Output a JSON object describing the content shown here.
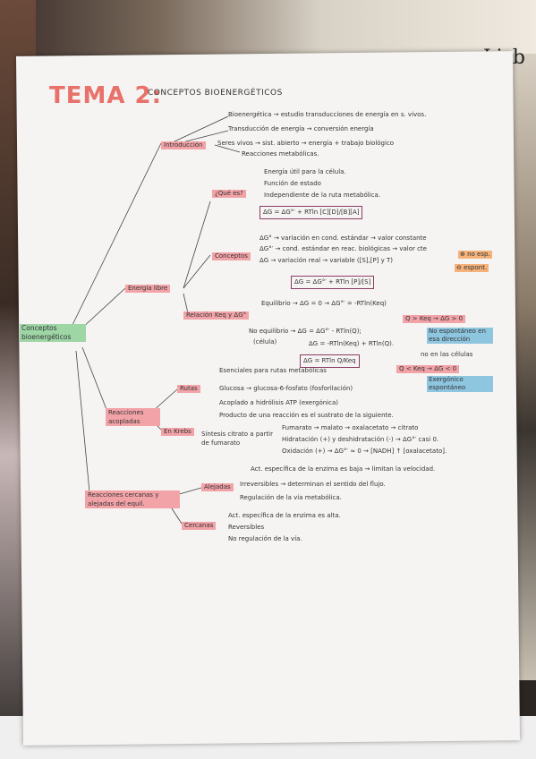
{
  "background": {
    "corner_text": "Lisb"
  },
  "header": {
    "title": "TEMA 2:",
    "subtitle": "CONCEPTOS BIOENERGÉTICOS"
  },
  "root": "Conceptos bioenergéticos",
  "intro": {
    "label": "Introducción",
    "items": [
      "Bioenergética → estudio transducciones de energía en s. vivos.",
      "Transducción de energía → conversión energía",
      "Seres vivos → sist. abierto → energía + trabajo biológico",
      "Reacciones metabólicas."
    ]
  },
  "energia_libre": {
    "label": "Energía libre",
    "que_es": {
      "label": "¿Qué es?",
      "items": [
        "Energía útil para la célula.",
        "Función de estado",
        "Independiente de la ruta metabólica."
      ],
      "formula": "ΔG = ΔG°′ + RTln [C][D]/[B][A]"
    },
    "conceptos": {
      "label": "Conceptos",
      "items": [
        "ΔG° → variación en cond. estándar → valor constante",
        "ΔG°′ → cond. estándar en reac. biológicas → valor cte",
        "ΔG → variación real → variable ([S],[P] y T)"
      ],
      "side": [
        "⊕ no esp.",
        "⊖ espont."
      ]
    },
    "relacion": {
      "label": "Relación Keq y ΔG°",
      "formula_top": "ΔG = ΔG°′ + RTln [P]/[S]",
      "equilibrio": "Equilibrio → ΔG = 0 → ΔG°′ = -RTln(Keq)",
      "no_equilibrio": "No equilibrio → ΔG = ΔG°′ - RTln(Q);",
      "celula": "(célula)",
      "formula2": "ΔG = -RTln(Keq) + RTln(Q).",
      "formula3": "ΔG = RTln Q/Keq",
      "q_mayor": "Q > Keq → ΔG > 0",
      "no_espontaneo": "No espontáneo en esa dirección",
      "no_celulas": "no en las células",
      "q_menor": "Q < Keq → ΔG < 0",
      "espontaneo": "Exergónico espontáneo"
    }
  },
  "acopladas": {
    "label": "Reacciones acopladas",
    "rutas": {
      "label": "Rutas",
      "items": [
        "Esenciales para rutas metabólicas",
        "Glucosa → glucosa-6-fosfato (fosforilación)",
        "Acoplado a hidrólisis ATP (exergónica)"
      ]
    },
    "krebs": {
      "label": "En Krebs",
      "items": [
        "Producto de una reacción es el sustrato de la siguiente.",
        "Síntesis citrato a partir de fumarato",
        "Fumarato → malato → oxalacetato → citrato",
        "Hidratación (+) y deshidratación (-) → ΔG°′ casi 0.",
        "Oxidación (+) → ΔG°′ ≈ 0 → [NADH] ↑ [oxalacetato]."
      ]
    }
  },
  "alejadas": {
    "label": "Reacciones cercanas y alejadas del equil.",
    "alejadas": {
      "label": "Alejadas",
      "items": [
        "Act. específica de la enzima es baja → limitan la velocidad.",
        "Irreversibles → determinan el sentido del flujo.",
        "Regulación de la vía metabólica."
      ]
    },
    "cercanas": {
      "label": "Cercanas",
      "items": [
        "Act. específica de la enzima es alta.",
        "Reversibles",
        "No regulación de la vía."
      ]
    }
  }
}
